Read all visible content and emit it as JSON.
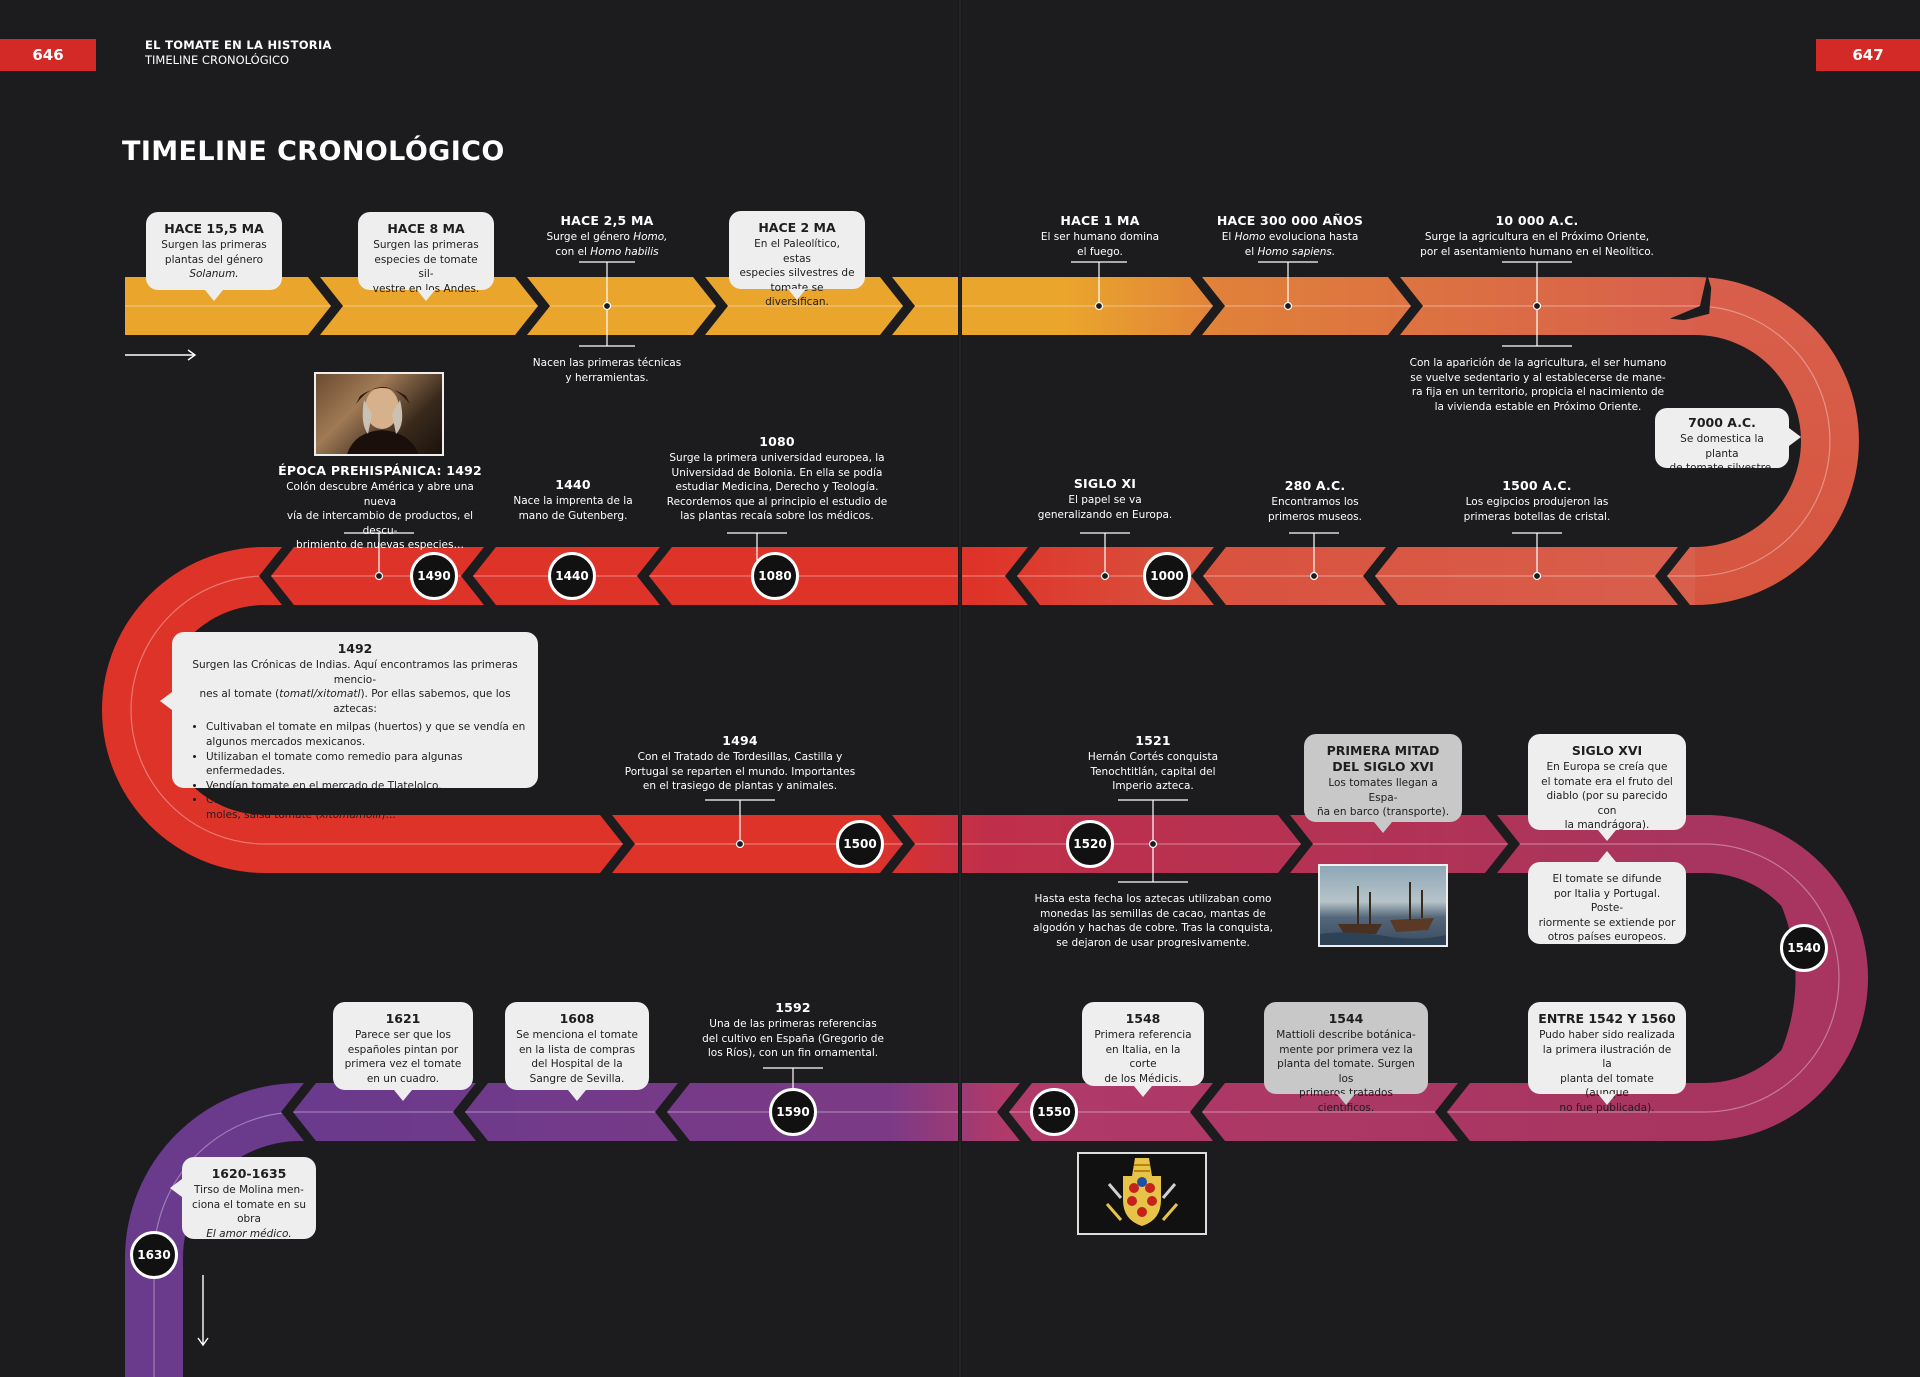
{
  "header": {
    "page_left": "646",
    "page_right": "647",
    "section": "EL TOMATE EN LA HISTORIA",
    "subsection": "TIMELINE CRONOLÓGICO"
  },
  "title": "TIMELINE CRONOLÓGICO",
  "colors": {
    "background": "#1c1c1e",
    "accent": "#d32a27",
    "band_orange": "#eaa52d",
    "band_coral": "#d85f4c",
    "band_red": "#de3329",
    "band_magenta": "#a7355f",
    "band_purple": "#6a3a8c"
  },
  "badges": [
    "1490",
    "1440",
    "1080",
    "1000",
    "1500",
    "1520",
    "1540",
    "1550",
    "1590",
    "1630"
  ],
  "events": {
    "e1": {
      "title": "HACE 15,5 MA",
      "body": "Surgen las primeras\nplantas del género",
      "body_em": "Solanum."
    },
    "e2": {
      "title": "HACE 8 MA",
      "body": "Surgen las primeras\nespecies de tomate sil-\nvestre en los Andes."
    },
    "e3": {
      "title": "HACE 2,5 MA",
      "body_a": "Surge el género ",
      "em_a": "Homo,",
      "body_b": "con el ",
      "em_b": "Homo habilis"
    },
    "e3b": {
      "body": "Nacen las primeras técnicas\ny herramientas."
    },
    "e4": {
      "title": "HACE 2 MA",
      "body": "En el Paleolítico, estas\nespecies silvestres de\ntomate se diversifican."
    },
    "e5": {
      "title": "HACE 1 MA",
      "body": "El ser humano domina\nel fuego."
    },
    "e6": {
      "title": "HACE 300 000 AÑOS",
      "body_a": "El ",
      "em_a": "Homo",
      "body_b": " evoluciona hasta",
      "body_c": "el ",
      "em_c": "Homo sapiens."
    },
    "e7": {
      "title": "10 000 A.C.",
      "body": "Surge la agricultura en el Próximo Oriente,\npor el asentamiento humano en el Neolítico."
    },
    "e7b": {
      "body": "Con la aparición de la agricultura, el ser humano\nse vuelve sedentario y al establecerse de mane-\nra fija en un territorio, propicia el nacimiento de\nla vivienda estable en Próximo Oriente."
    },
    "e8": {
      "title": "7000 A.C.",
      "body": "Se domestica la planta\nde tomate silvestre."
    },
    "e9": {
      "title": "1500 A.C.",
      "body": "Los egipcios produjeron las\nprimeras botellas de cristal."
    },
    "e10": {
      "title": "280 A.C.",
      "body": "Encontramos los\nprimeros museos."
    },
    "e11": {
      "title": "SIGLO XI",
      "body": "El papel se va\ngeneralizando en Europa."
    },
    "e12": {
      "title": "1080",
      "body": "Surge la primera universidad europea, la\nUniversidad de Bolonia. En ella se podía\nestudiar Medicina, Derecho y Teología.\nRecordemos que al principio el estudio de\nlas plantas recaía sobre los médicos."
    },
    "e13": {
      "title": "1440",
      "body": "Nace la imprenta de la\nmano de Gutenberg."
    },
    "e14": {
      "title": "ÉPOCA PREHISPÁNICA: 1492",
      "body": "Colón descubre América y abre una nueva\nvía de intercambio de productos, el descu-\nbrimiento de nuevas especies…"
    },
    "e15": {
      "title": "1492",
      "intro_a": "Surgen las Crónicas de Indias. Aquí encontramos las primeras mencio-",
      "intro_b": "nes al tomate (",
      "intro_em": "tomatl/xitomatl",
      "intro_c": "). Por ellas sabemos, que los aztecas:",
      "items": [
        "Cultivaban el tomate en milpas (huertos) y que se vendía en algunos mercados mexicanos.",
        "Utilizaban el tomate como remedio para algunas enfermedades.",
        "Vendían tomate en el mercado de Tlatelolco."
      ],
      "item4_a": "Consumían el tomate principalmente en elaboraciones: moles, salsa tomate (",
      "item4_em": "xitomamolli",
      "item4_b": ")…"
    },
    "e16": {
      "title": "1494",
      "body": "Con el Tratado de Tordesillas, Castilla y\nPortugal se reparten el mundo. Importantes\nen el trasiego de plantas y animales."
    },
    "e17": {
      "title": "1521",
      "body": "Hernán Cortés conquista\nTenochtitlán, capital del\nImperio azteca."
    },
    "e17b": {
      "body": "Hasta esta fecha los aztecas utilizaban como\nmonedas las semillas de cacao, mantas de\nalgodón y hachas de cobre. Tras la conquista,\nse dejaron de usar progresivamente."
    },
    "e18": {
      "title": "PRIMERA MITAD\nDEL SIGLO XVI",
      "body": "Los tomates llegan a Espa-\nña en barco (transporte)."
    },
    "e19": {
      "title": "SIGLO XVI",
      "body": "En Europa se creía que\nel tomate era el fruto del\ndiablo (por su parecido con\nla mandrágora)."
    },
    "e19b": {
      "body": "El tomate se difunde\npor Italia y Portugal. Poste-\nriormente se extiende por\notros países europeos."
    },
    "e20": {
      "title": "ENTRE 1542 Y 1560",
      "body": "Pudo haber sido realizada\nla primera ilustración de la\nplanta del tomate (aunque\nno fue publicada)."
    },
    "e21": {
      "title": "1544",
      "body": "Mattioli describe botánica-\nmente por primera vez la\nplanta del tomate. Surgen los\nprimeros tratados científicos."
    },
    "e22": {
      "title": "1548",
      "body": "Primera referencia\nen Italia, en la corte\nde los Médicis."
    },
    "e23": {
      "title": "1592",
      "body": "Una de las primeras referencias\ndel cultivo en España (Gregorio de\nlos Ríos), con un fin ornamental."
    },
    "e24": {
      "title": "1608",
      "body": "Se menciona el tomate\nen la lista de compras\ndel Hospital de la\nSangre de Sevilla."
    },
    "e25": {
      "title": "1621",
      "body": "Parece ser que los\nespañoles pintan por\nprimera vez el tomate\nen un cuadro."
    },
    "e26": {
      "title": "1620-1635",
      "body": "Tirso de Molina men-\nciona el tomate en su\nobra",
      "body_em": "El amor médico."
    }
  },
  "images": {
    "portrait": "columbus-portrait",
    "ships": "sailing-ships-painting",
    "crest": "medici-papal-coat-of-arms"
  },
  "icons": [
    "arrow-right-icon",
    "arrow-down-icon"
  ]
}
